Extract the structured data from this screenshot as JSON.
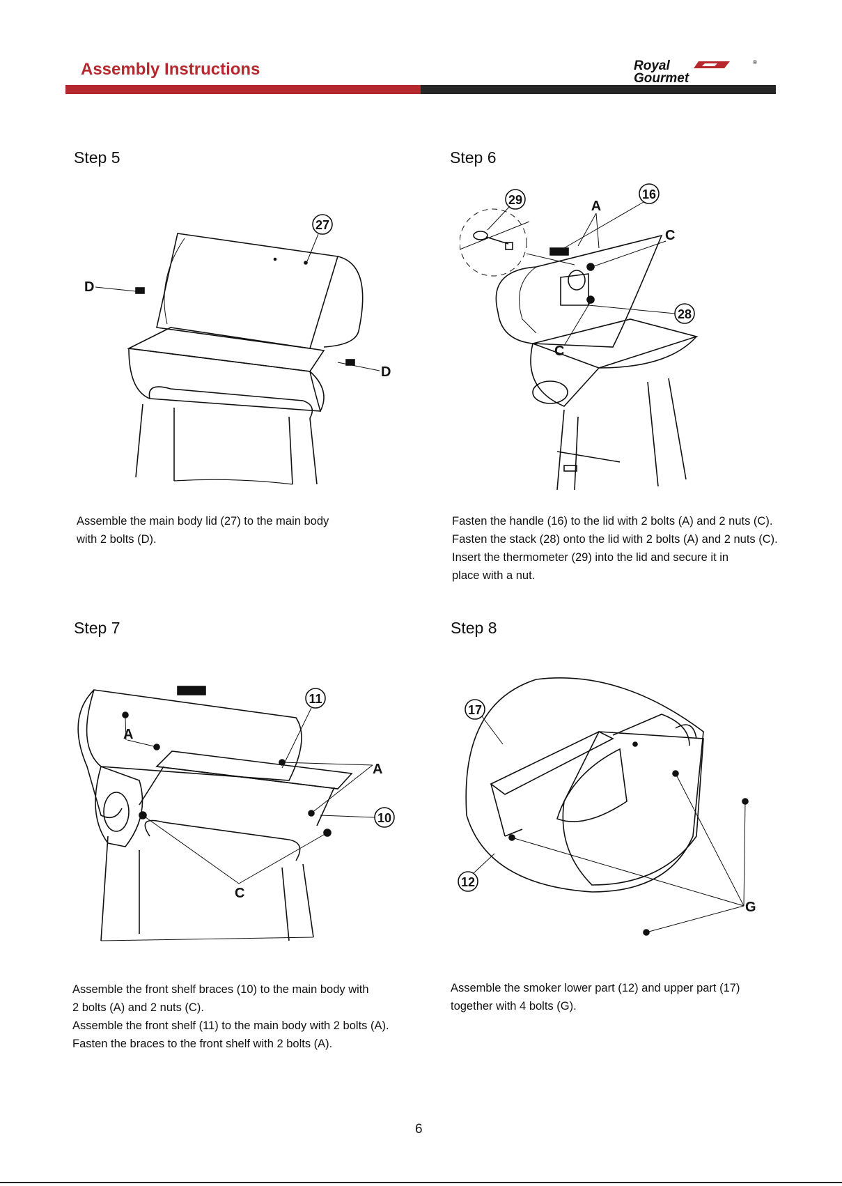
{
  "header": {
    "title": "Assembly Instructions",
    "logo_line1": "Royal",
    "logo_line2": "Gourmet",
    "logo_mark": "®",
    "accent_color": "#b5282e",
    "dark_color": "#262626"
  },
  "steps": [
    {
      "heading": "Step 5",
      "labels": {
        "part": "27",
        "bolt_left": "D",
        "bolt_right": "D"
      },
      "lines": [
        "Assemble the main body lid (27) to the main body",
        "with 2 bolts (D)."
      ]
    },
    {
      "heading": "Step 6",
      "labels": {
        "thermometer": "29",
        "handle": "16",
        "bolts": "A",
        "nuts_top": "C",
        "stack": "28",
        "nuts_bottom": "C"
      },
      "lines": [
        "Fasten the handle (16) to the lid with 2 bolts  (A) and 2 nuts (C).",
        "Fasten the stack (28) onto the lid with 2 bolts (A) and 2 nuts (C).",
        "Insert the thermometer (29) into the lid and secure it in",
        "place with a nut."
      ]
    },
    {
      "heading": "Step 7",
      "labels": {
        "shelf": "11",
        "bolts_left": "A",
        "bolts_right": "A",
        "braces": "10",
        "nuts": "C"
      },
      "lines": [
        "Assemble the front shelf braces (10) to the main body with",
        "2 bolts (A)  and 2 nuts (C).",
        "Assemble the front shelf (11) to the main body with 2 bolts (A).",
        "Fasten the braces to the front shelf with 2 bolts (A)."
      ]
    },
    {
      "heading": "Step 8",
      "labels": {
        "upper": "17",
        "lower": "12",
        "bolts": "G"
      },
      "lines": [
        "Assemble the smoker lower part (12) and upper part (17)",
        "together  with 4 bolts  (G)."
      ]
    }
  ],
  "footer": {
    "page_number": "6"
  }
}
